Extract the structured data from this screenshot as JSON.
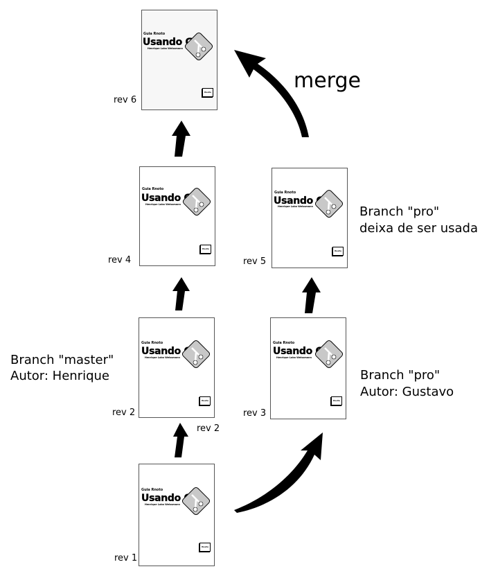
{
  "cover": {
    "series": "Guia Rnoto",
    "title": "Usando Git",
    "author": "Henrique Lobo Weissmann",
    "publisher": "Itexto"
  },
  "revisions": {
    "rev1": "rev 1",
    "rev2": "rev 2",
    "rev2_second": "rev 2",
    "rev3": "rev 3",
    "rev4": "rev 4",
    "rev5": "rev 5",
    "rev6": "rev 6"
  },
  "notes": {
    "master_line1": "Branch \"master\"",
    "master_line2": "Autor: Henrique",
    "pro_line1": "Branch \"pro\"",
    "pro_line2": "Autor: Gustavo",
    "pro_end_line1": "Branch \"pro\"",
    "pro_end_line2": "deixa de ser usada",
    "merge": "merge"
  }
}
